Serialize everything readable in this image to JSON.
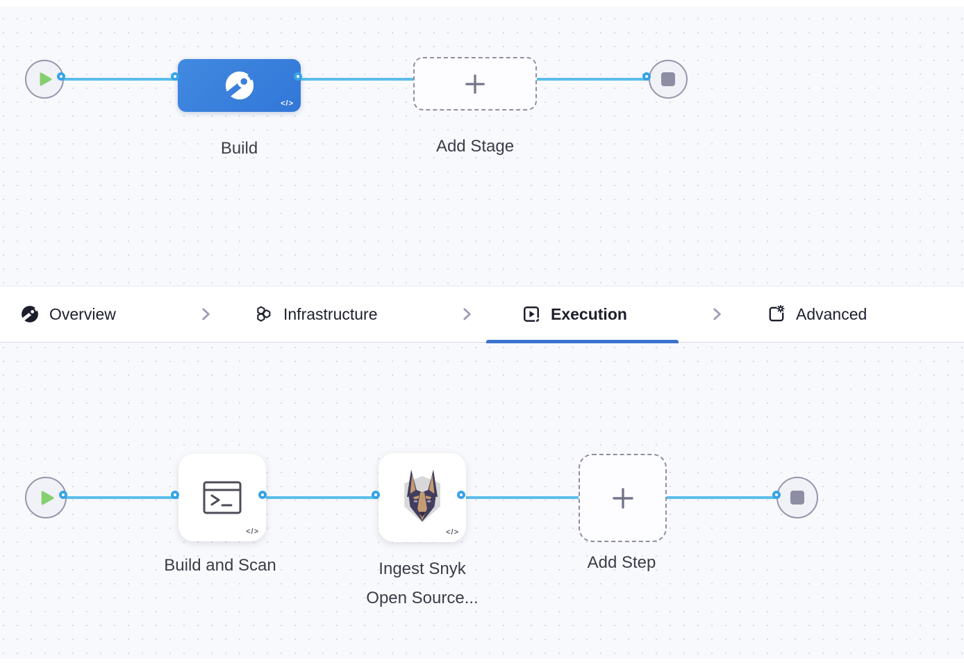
{
  "glyphs": {
    "code": "</>"
  },
  "stage_pipeline": {
    "stage_build": {
      "label": "Build",
      "icon": "harness-ci"
    },
    "add_stage": {
      "label": "Add Stage",
      "icon": "plus"
    }
  },
  "tabs": {
    "items": [
      {
        "label": "Overview",
        "icon": "ci-overview-icon",
        "active": false
      },
      {
        "label": "Infrastructure",
        "icon": "hexagons-icon",
        "active": false
      },
      {
        "label": "Execution",
        "icon": "play-square-icon",
        "active": true
      },
      {
        "label": "Advanced",
        "icon": "page-gear-icon",
        "active": false
      }
    ],
    "separator_icon": "chevron-right"
  },
  "execution_pipeline": {
    "step_build_scan": {
      "label": "Build and Scan",
      "icon": "terminal"
    },
    "step_snyk": {
      "label_lines": [
        "Ingest Snyk",
        "Open Source..."
      ],
      "icon": "snyk-doberman"
    },
    "add_step": {
      "label": "Add Step",
      "icon": "plus"
    }
  },
  "colors": {
    "canvas_bg": "#f8f9fc",
    "canvas_dot": "#d7d9e2",
    "connector_line": "#5cbdec",
    "connector_ring": "#38a3e6",
    "stage_node_blue": "#3b80db",
    "active_tab_underline": "#3b72cf",
    "play_green": "#85cf6f",
    "endpoint_gray": "#8d8ea3",
    "text_dark": "#1d1e2c",
    "label_gray": "#3b3c49"
  }
}
